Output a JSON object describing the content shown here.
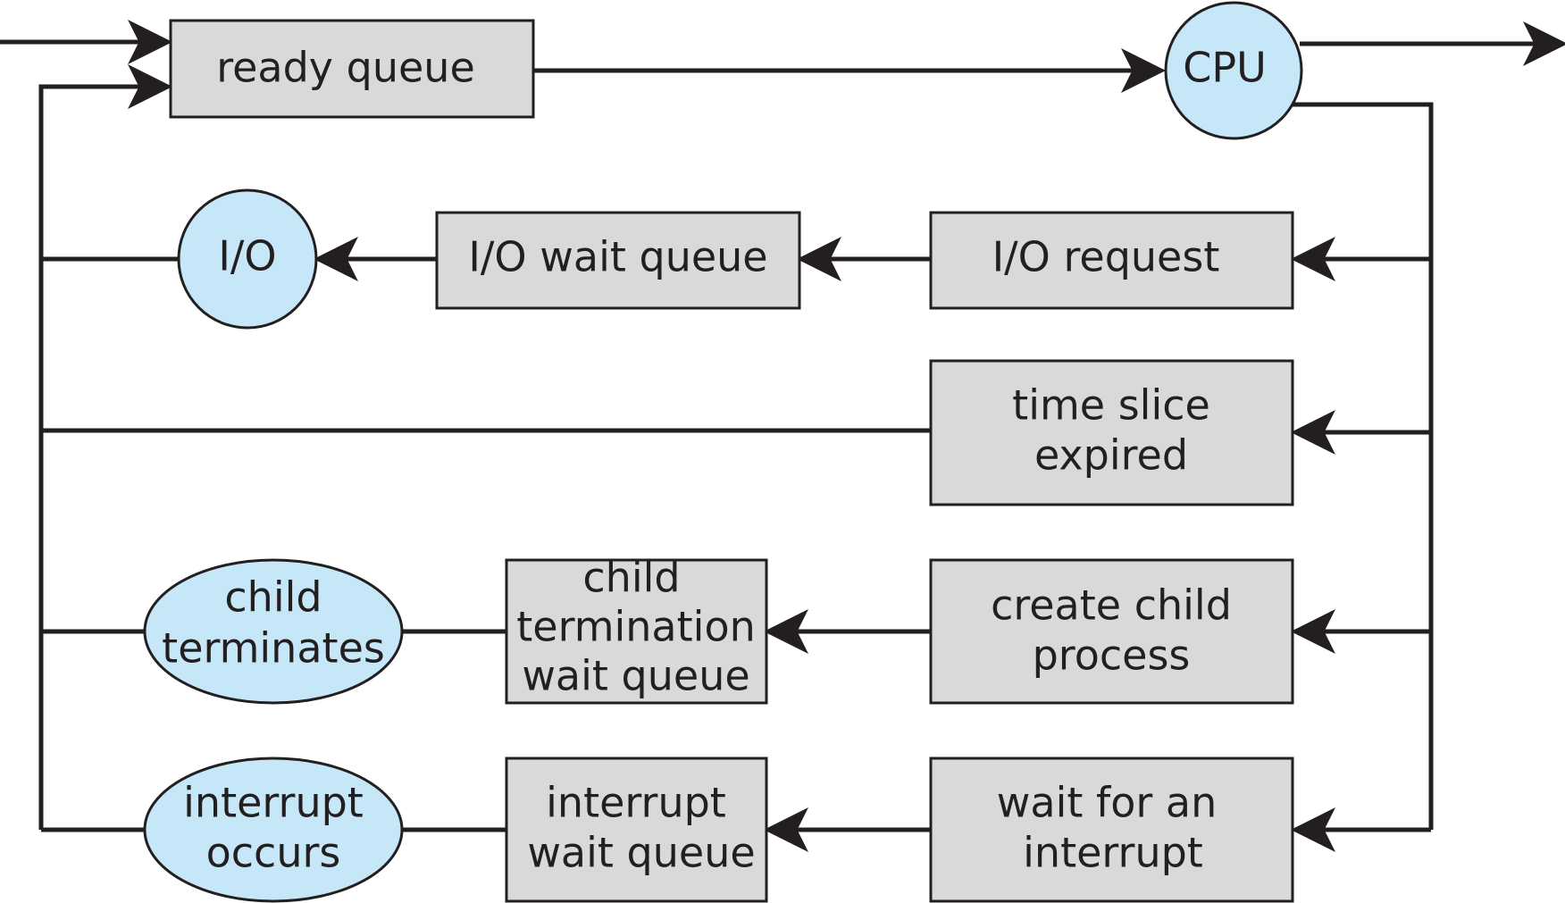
{
  "diagram": {
    "ready_queue": "ready queue",
    "cpu": "CPU",
    "io": "I/O",
    "io_wait_queue": "I/O wait queue",
    "io_request": "I/O request",
    "time_slice": [
      "time slice",
      "expired"
    ],
    "child_terminates": [
      "child",
      "terminates"
    ],
    "child_termination_wait_queue": [
      "child",
      "termination",
      "wait queue"
    ],
    "create_child_process": [
      "create child",
      "process"
    ],
    "interrupt_occurs": [
      "interrupt",
      "occurs"
    ],
    "interrupt_wait_queue": [
      "interrupt",
      "wait queue"
    ],
    "wait_for_interrupt": [
      "wait for an",
      "interrupt"
    ]
  },
  "colors": {
    "box_fill": "#d9d9d9",
    "node_fill": "#c6e7f7",
    "stroke": "#231f20"
  }
}
